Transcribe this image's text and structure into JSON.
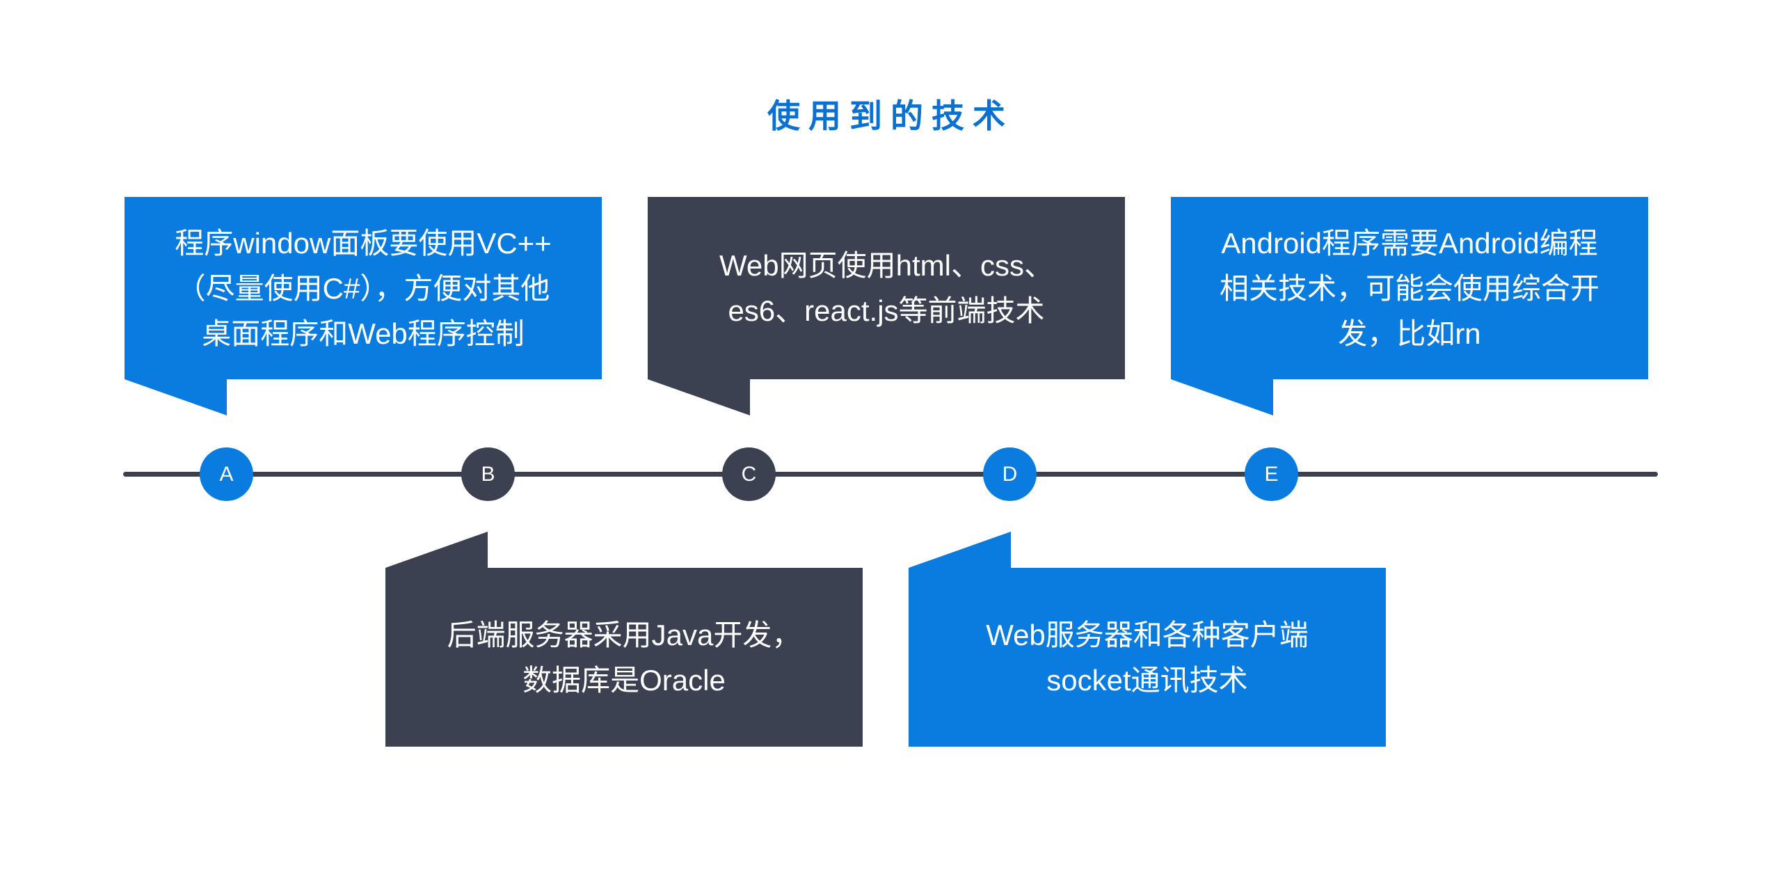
{
  "title": {
    "text": "使用到的技术",
    "color": "#0a71d3"
  },
  "colors": {
    "blue": "#0b7cdf",
    "dark": "#3b4150",
    "line": "#3a404e",
    "bubble_text": "#ffffff",
    "background": "#ffffff"
  },
  "timeline": {
    "nodes": [
      {
        "label": "A",
        "theme": "blue"
      },
      {
        "label": "B",
        "theme": "dark"
      },
      {
        "label": "C",
        "theme": "dark"
      },
      {
        "label": "D",
        "theme": "blue"
      },
      {
        "label": "E",
        "theme": "blue"
      }
    ]
  },
  "bubbles": [
    {
      "node": "A",
      "theme": "blue",
      "position": "top",
      "lines": [
        "程序window面板要使用VC++",
        "（尽量使用C#），方便对其他",
        "桌面程序和Web程序控制"
      ]
    },
    {
      "node": "B",
      "theme": "dark",
      "position": "bottom",
      "lines": [
        "后端服务器采用Java开发，",
        "数据库是Oracle"
      ]
    },
    {
      "node": "C",
      "theme": "dark",
      "position": "top",
      "lines": [
        "Web网页使用html、css、",
        "es6、react.js等前端技术"
      ]
    },
    {
      "node": "D",
      "theme": "blue",
      "position": "bottom",
      "lines": [
        "Web服务器和各种客户端",
        "socket通讯技术"
      ]
    },
    {
      "node": "E",
      "theme": "blue",
      "position": "top",
      "lines": [
        "Android程序需要Android编程",
        "相关技术，可能会使用综合开",
        "发，比如rn"
      ]
    }
  ]
}
